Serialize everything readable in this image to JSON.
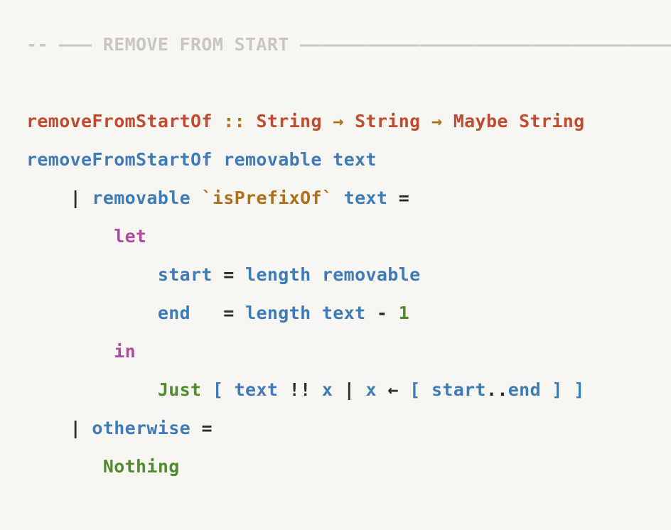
{
  "page": {
    "background": "#F7F6F3"
  },
  "colors": {
    "comment": "#C9C6C1",
    "red": "#C14B2E",
    "gold": "#AD701B",
    "blue": "#3E7CB7",
    "purple": "#B04BA3",
    "green": "#4F8C2B",
    "dark": "#2B2B2B"
  },
  "code": {
    "language": "haskell",
    "section_title": "REMOVE FROM START",
    "lines": [
      {
        "name": "section-comment",
        "tokens": [
          {
            "t": "-- ——— REMOVE FROM START ————————————————————————————————————————",
            "c": "comment"
          }
        ]
      },
      {
        "name": "blank",
        "tokens": []
      },
      {
        "name": "type-signature",
        "tokens": [
          {
            "t": "removeFromStartOf",
            "c": "red"
          },
          {
            "t": " "
          },
          {
            "t": "::",
            "c": "gold"
          },
          {
            "t": " "
          },
          {
            "t": "String",
            "c": "red"
          },
          {
            "t": " "
          },
          {
            "t": "→",
            "c": "gold"
          },
          {
            "t": " "
          },
          {
            "t": "String",
            "c": "red"
          },
          {
            "t": " "
          },
          {
            "t": "→",
            "c": "gold"
          },
          {
            "t": " "
          },
          {
            "t": "Maybe String",
            "c": "red"
          }
        ]
      },
      {
        "name": "function-head",
        "tokens": [
          {
            "t": "removeFromStartOf removable text",
            "c": "blue"
          }
        ]
      },
      {
        "name": "guard-isprefixof",
        "tokens": [
          {
            "t": "    "
          },
          {
            "t": "|",
            "c": "dark"
          },
          {
            "t": " "
          },
          {
            "t": "removable",
            "c": "blue"
          },
          {
            "t": " "
          },
          {
            "t": "`isPrefixOf`",
            "c": "gold"
          },
          {
            "t": " "
          },
          {
            "t": "text",
            "c": "blue"
          },
          {
            "t": " "
          },
          {
            "t": "=",
            "c": "dark"
          }
        ]
      },
      {
        "name": "let-keyword",
        "tokens": [
          {
            "t": "        "
          },
          {
            "t": "let",
            "c": "purple"
          }
        ]
      },
      {
        "name": "binding-start",
        "tokens": [
          {
            "t": "            "
          },
          {
            "t": "start",
            "c": "blue"
          },
          {
            "t": " "
          },
          {
            "t": "=",
            "c": "dark"
          },
          {
            "t": " "
          },
          {
            "t": "length removable",
            "c": "blue"
          }
        ]
      },
      {
        "name": "binding-end",
        "tokens": [
          {
            "t": "            "
          },
          {
            "t": "end",
            "c": "blue"
          },
          {
            "t": "   "
          },
          {
            "t": "=",
            "c": "dark"
          },
          {
            "t": " "
          },
          {
            "t": "length text",
            "c": "blue"
          },
          {
            "t": " "
          },
          {
            "t": "-",
            "c": "dark"
          },
          {
            "t": " "
          },
          {
            "t": "1",
            "c": "green"
          }
        ]
      },
      {
        "name": "in-keyword",
        "tokens": [
          {
            "t": "        "
          },
          {
            "t": "in",
            "c": "purple"
          }
        ]
      },
      {
        "name": "just-list-comprehension",
        "tokens": [
          {
            "t": "            "
          },
          {
            "t": "Just",
            "c": "green"
          },
          {
            "t": " "
          },
          {
            "t": "[",
            "c": "blue"
          },
          {
            "t": " "
          },
          {
            "t": "text",
            "c": "blue"
          },
          {
            "t": " "
          },
          {
            "t": "!!",
            "c": "dark"
          },
          {
            "t": " "
          },
          {
            "t": "x",
            "c": "blue"
          },
          {
            "t": " "
          },
          {
            "t": "|",
            "c": "dark"
          },
          {
            "t": " "
          },
          {
            "t": "x",
            "c": "blue"
          },
          {
            "t": " "
          },
          {
            "t": "←",
            "c": "dark"
          },
          {
            "t": " "
          },
          {
            "t": "[",
            "c": "blue"
          },
          {
            "t": " "
          },
          {
            "t": "start",
            "c": "blue"
          },
          {
            "t": "..",
            "c": "dark"
          },
          {
            "t": "end",
            "c": "blue"
          },
          {
            "t": " "
          },
          {
            "t": "]",
            "c": "blue"
          },
          {
            "t": " "
          },
          {
            "t": "]",
            "c": "blue"
          }
        ]
      },
      {
        "name": "guard-otherwise",
        "tokens": [
          {
            "t": "    "
          },
          {
            "t": "|",
            "c": "dark"
          },
          {
            "t": " "
          },
          {
            "t": "otherwise",
            "c": "blue"
          },
          {
            "t": " "
          },
          {
            "t": "=",
            "c": "dark"
          }
        ]
      },
      {
        "name": "nothing-result",
        "tokens": [
          {
            "t": "       "
          },
          {
            "t": "Nothing",
            "c": "green"
          }
        ]
      }
    ]
  }
}
